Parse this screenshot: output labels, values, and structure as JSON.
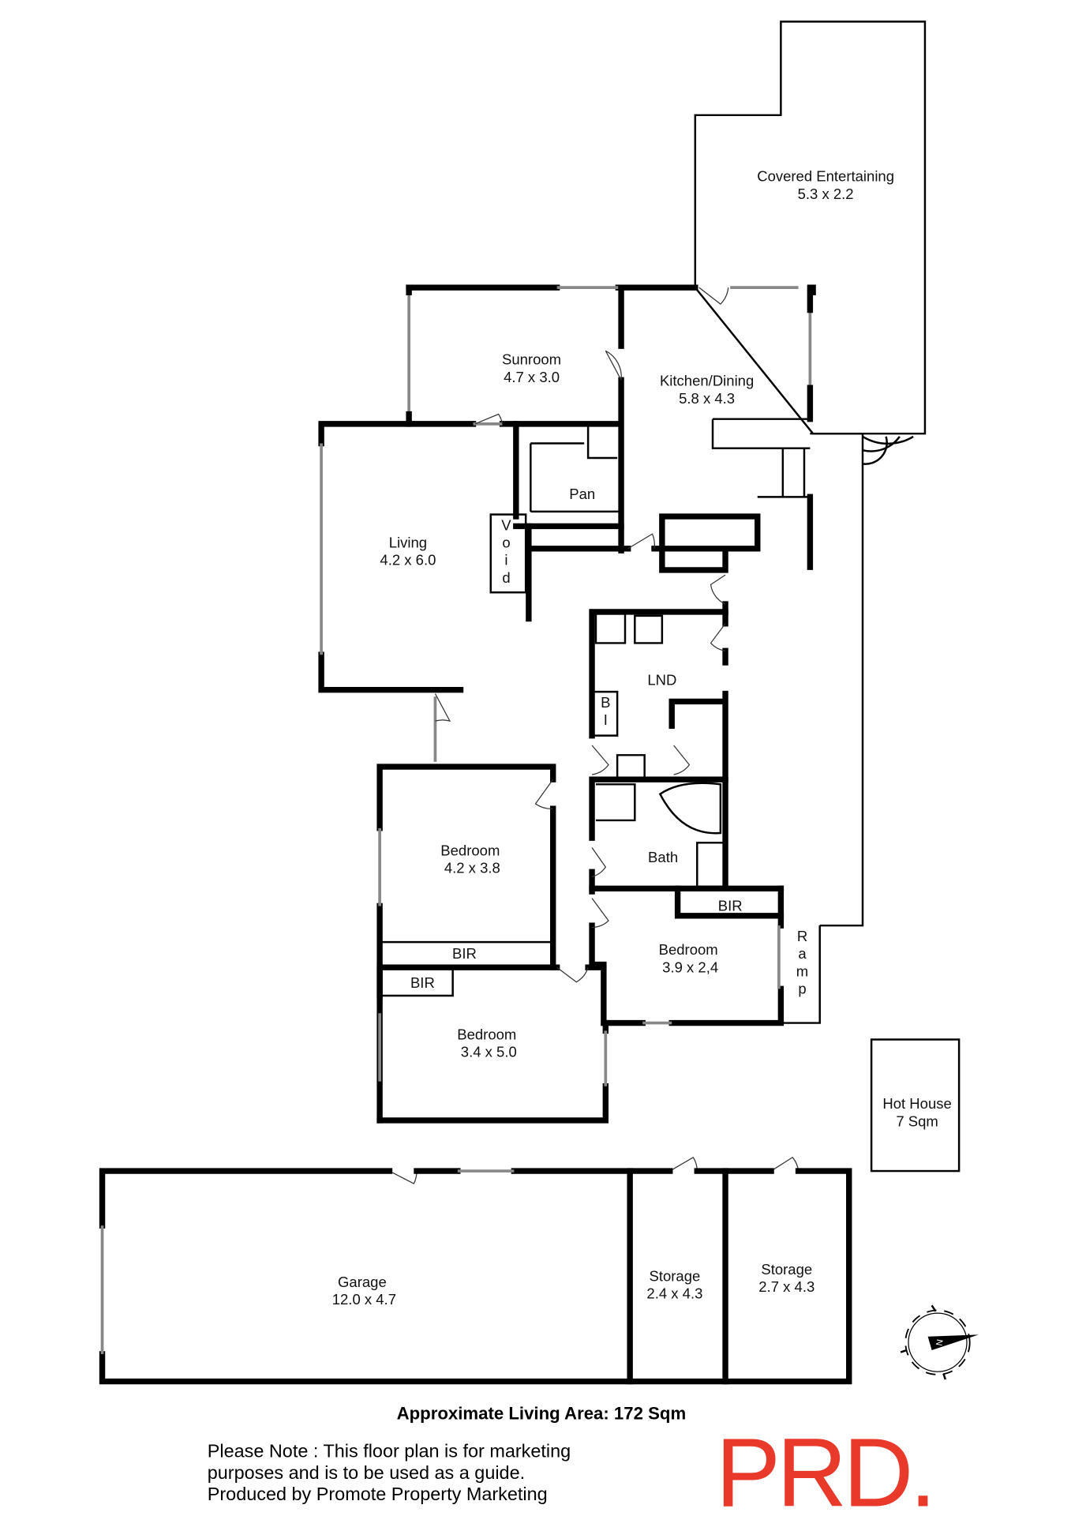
{
  "rooms": {
    "covered_entertaining": {
      "name": "Covered Entertaining",
      "dims": "5.3 x 2.2"
    },
    "sunroom": {
      "name": "Sunroom",
      "dims": "4.7 x 3.0"
    },
    "kitchen_dining": {
      "name": "Kitchen/Dining",
      "dims": "5.8 x 4.3"
    },
    "pantry": {
      "name": "Pan"
    },
    "living": {
      "name": "Living",
      "dims": "4.2 x 6.0"
    },
    "void": {
      "letters": [
        "V",
        "o",
        "i",
        "d"
      ]
    },
    "laundry": {
      "name": "LND"
    },
    "bi": {
      "letters": [
        "B",
        "I"
      ]
    },
    "bath": {
      "name": "Bath"
    },
    "bedroom1": {
      "name": "Bedroom",
      "dims": "4.2 x 3.8",
      "bir": "BIR"
    },
    "bedroom2": {
      "name": "Bedroom",
      "dims": "3.9 x 2,4",
      "bir": "BIR"
    },
    "bedroom3": {
      "name": "Bedroom",
      "dims": "3.4 x 5.0",
      "bir": "BIR"
    },
    "ramp": {
      "letters": [
        "R",
        "a",
        "m",
        "p"
      ]
    },
    "hot_house": {
      "name": "Hot House",
      "dims": "7 Sqm"
    },
    "garage": {
      "name": "Garage",
      "dims": "12.0 x 4.7"
    },
    "storage1": {
      "name": "Storage",
      "dims": "2.4 x 4.3"
    },
    "storage2": {
      "name": "Storage",
      "dims": "2.7 x 4.3"
    }
  },
  "compass": {
    "icon": "north-compass-icon",
    "label": "N"
  },
  "living_area": "Approximate Living Area: 172 Sqm",
  "note_lines": [
    "Please Note : This floor plan is for marketing",
    "purposes and is to be used as a guide.",
    "Produced by Promote Property Marketing"
  ],
  "logo": {
    "text": "PRD.",
    "color": "#e8392a"
  }
}
